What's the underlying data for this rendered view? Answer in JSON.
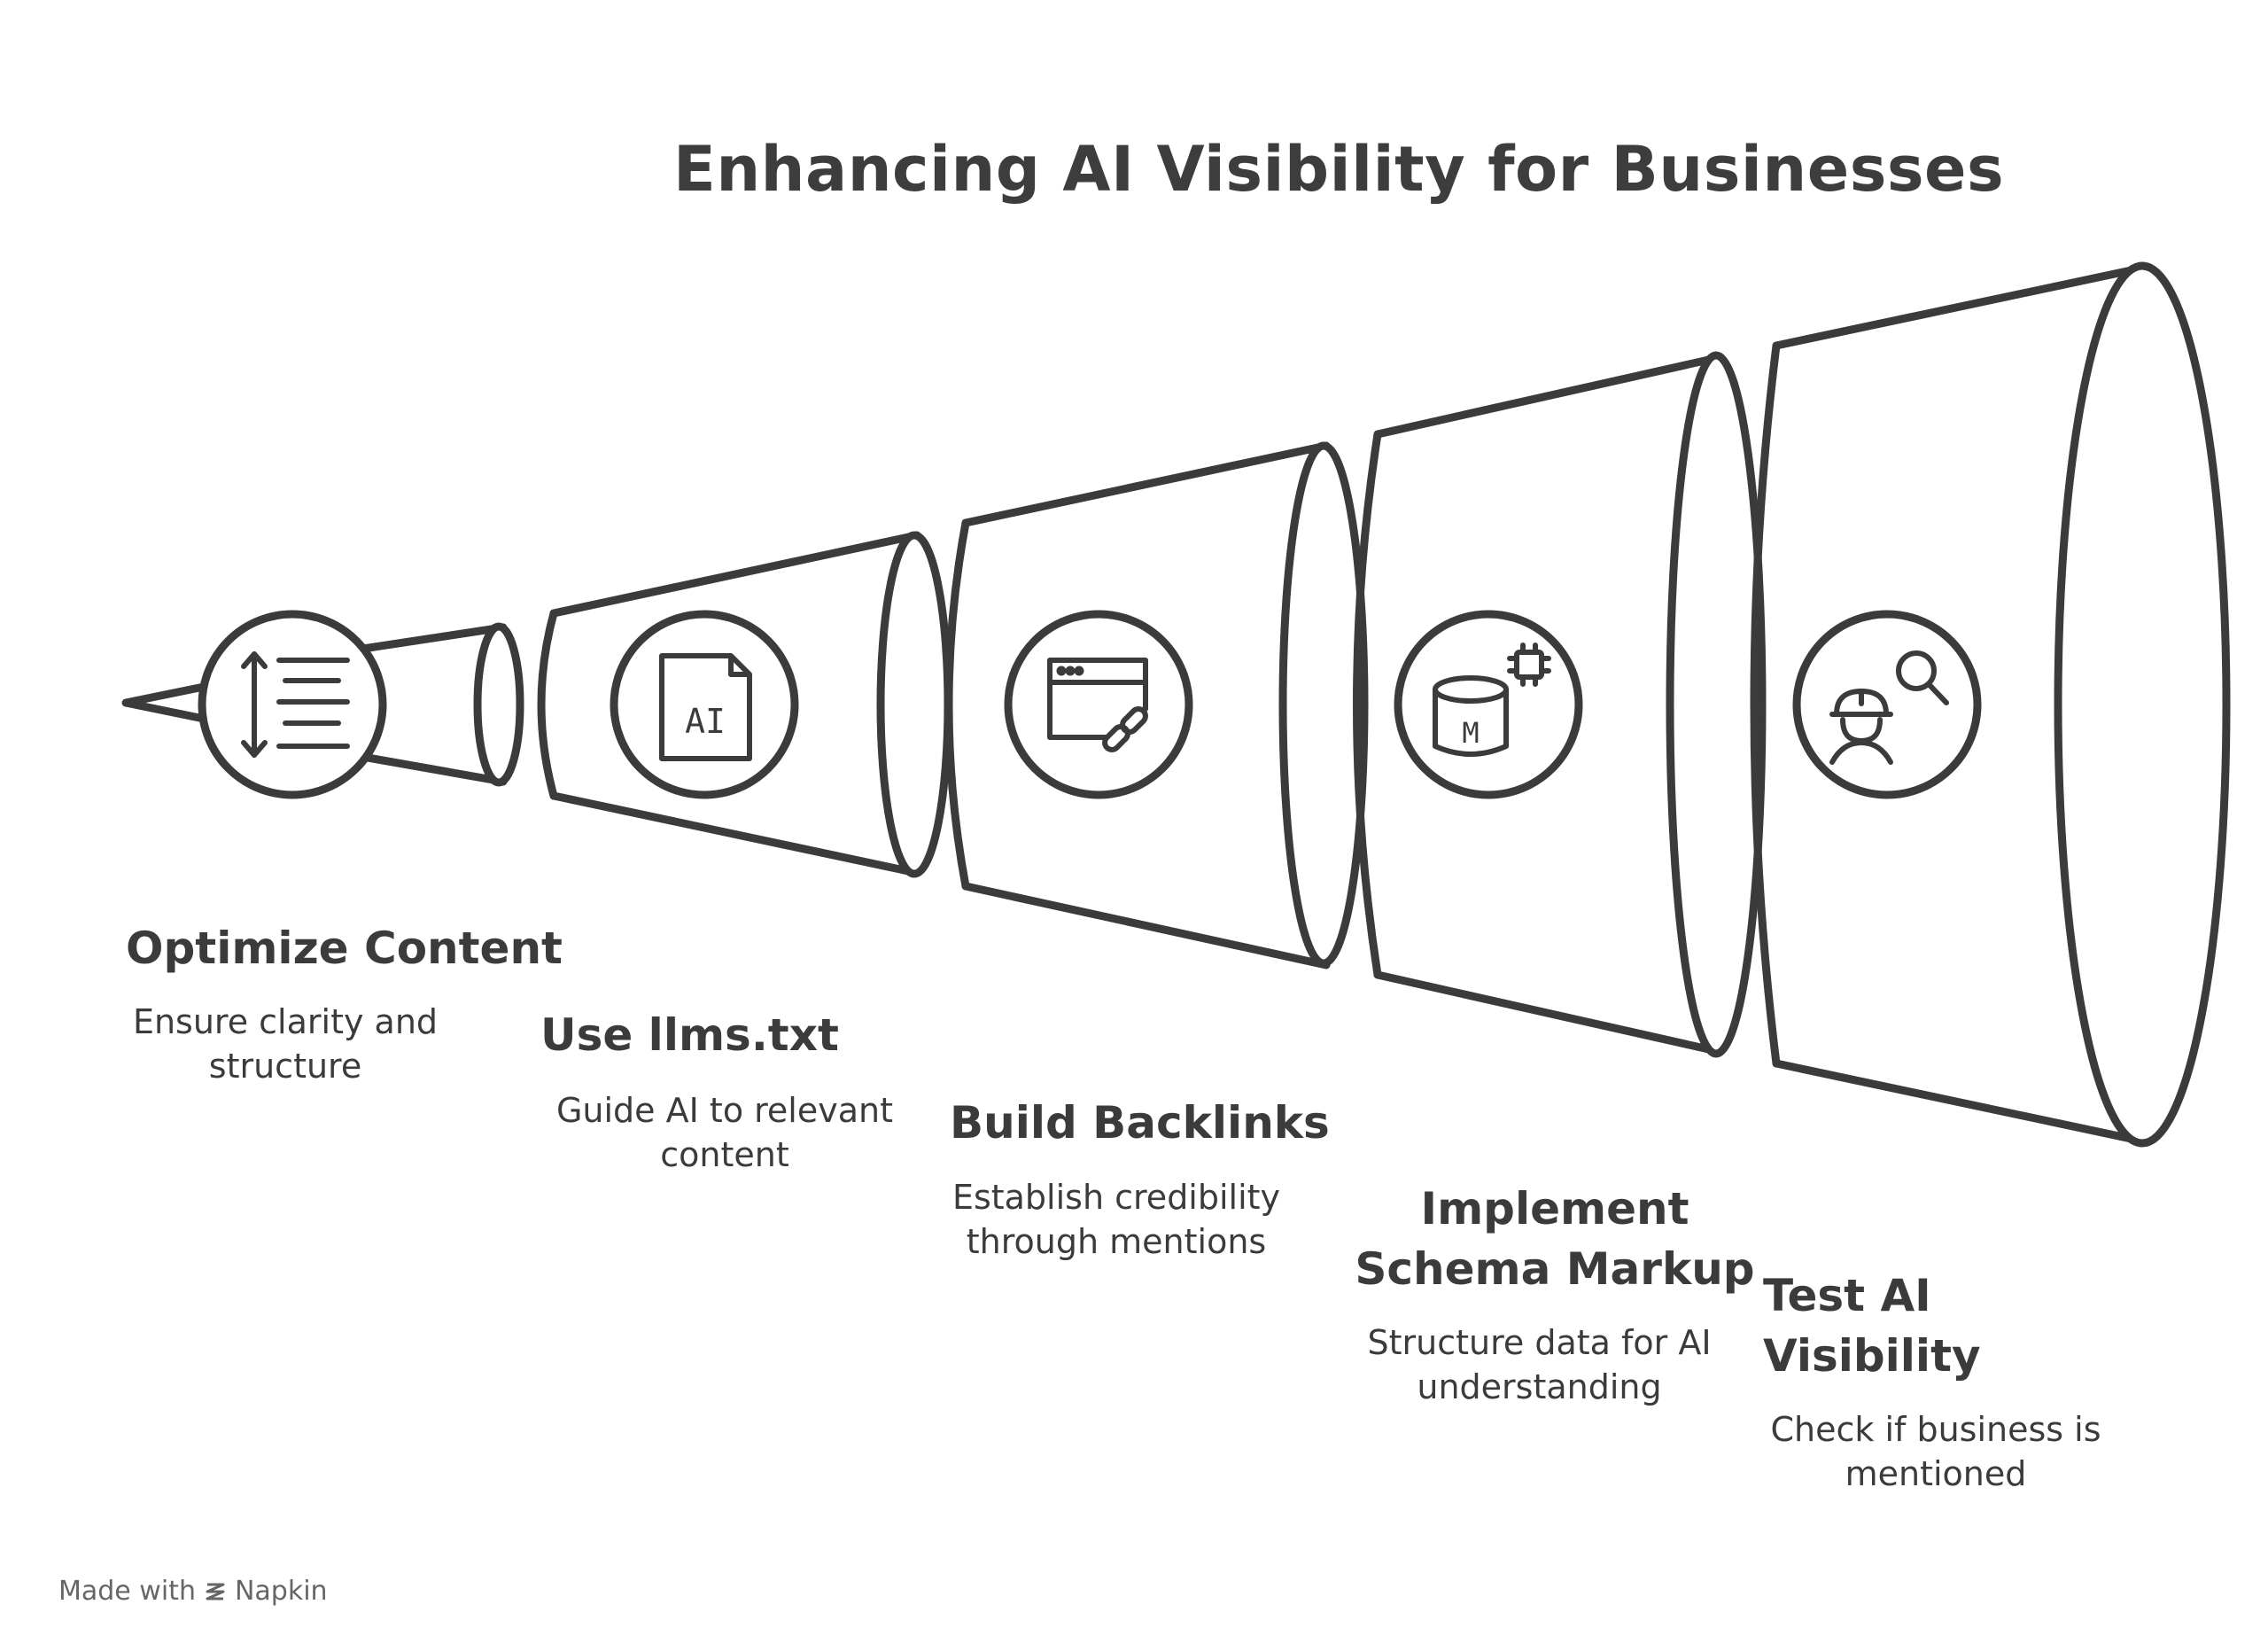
{
  "title": "Enhancing AI Visibility for Businesses",
  "steps": [
    {
      "title": "Optimize Content",
      "description": "Ensure clarity and structure",
      "icon": "text-align-arrows-icon"
    },
    {
      "title": "Use llms.txt",
      "description": "Guide AI to relevant content",
      "icon": "ai-document-icon"
    },
    {
      "title": "Build Backlinks",
      "description": "Establish credibility through mentions",
      "icon": "browser-link-icon"
    },
    {
      "title": "Implement Schema Markup",
      "description": "Structure data for AI understanding",
      "icon": "database-chip-icon"
    },
    {
      "title": "Test AI Visibility",
      "description": "Check if business is mentioned",
      "icon": "engineer-search-icon"
    }
  ],
  "icon_labels": {
    "ai_doc": "AI",
    "database": "M"
  },
  "footer": {
    "made_with": "Made with",
    "brand": "Napkin"
  },
  "colors": {
    "stroke": "#3b3b3b",
    "background": "#ffffff"
  }
}
